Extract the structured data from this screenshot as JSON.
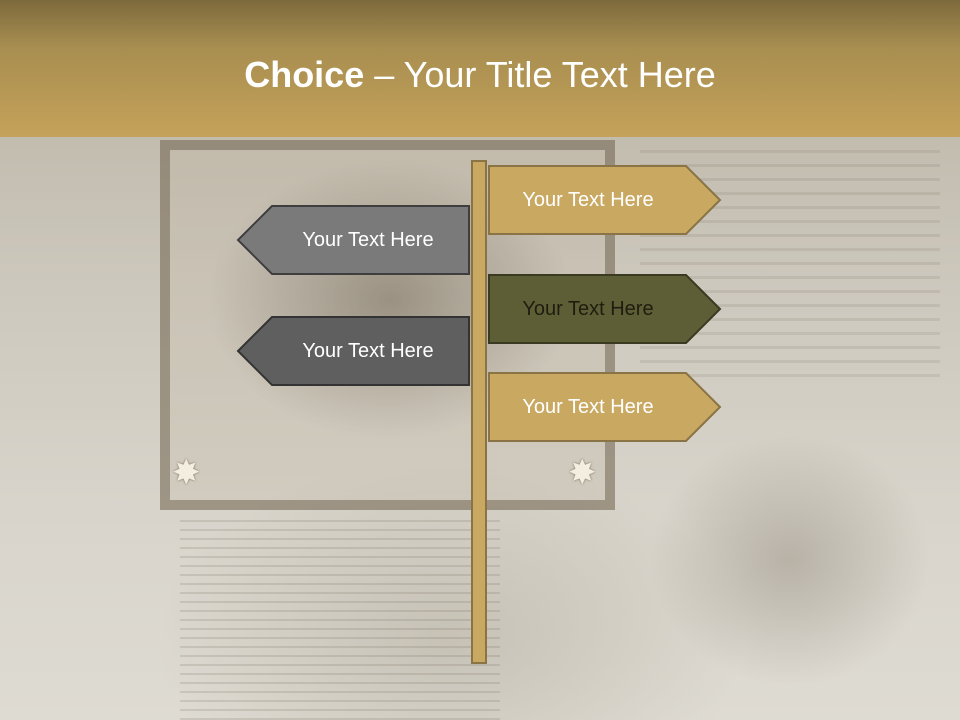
{
  "title": {
    "strong": "Choice",
    "rest": " – Your Title Text Here"
  },
  "signs": {
    "right_top": {
      "label": "Your Text Here",
      "fill": "#c9a862",
      "text_color": "#ffffff"
    },
    "right_middle": {
      "label": "Your Text Here",
      "fill": "#5e5e36",
      "text_color": "#1e1e10"
    },
    "right_bottom": {
      "label": "Your Text Here",
      "fill": "#c9a862",
      "text_color": "#ffffff"
    },
    "left_top": {
      "label": "Your Text Here",
      "fill": "#7a7a7a",
      "text_color": "#ffffff"
    },
    "left_bottom": {
      "label": "Your Text Here",
      "fill": "#5f5f5f",
      "text_color": "#ffffff"
    }
  },
  "colors": {
    "header": "#c5a25a",
    "pole": "#c9a862",
    "outline": "#4a4a4a"
  }
}
